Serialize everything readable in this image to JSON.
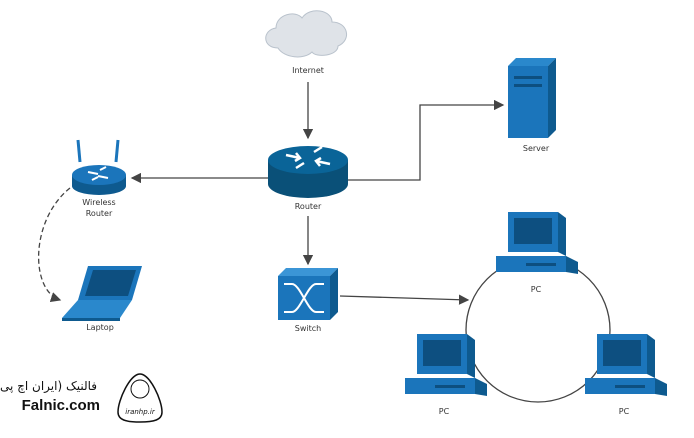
{
  "colors": {
    "router": "#0a5f8f",
    "device": "#1b75bb",
    "line": "#444444",
    "cloud": "#d8dde2"
  },
  "nodes": {
    "internet": {
      "label": "Internet",
      "icon": "cloud-icon"
    },
    "router": {
      "label": "Router",
      "icon": "router-icon"
    },
    "server": {
      "label": "Server",
      "icon": "server-icon"
    },
    "wireless_router": {
      "label_line1": "Wireless",
      "label_line2": "Router",
      "icon": "wireless-router-icon"
    },
    "laptop": {
      "label": "Laptop",
      "icon": "laptop-icon"
    },
    "switch": {
      "label": "Switch",
      "icon": "switch-icon"
    },
    "pc_top": {
      "label": "PC",
      "icon": "pc-icon"
    },
    "pc_left": {
      "label": "PC",
      "icon": "pc-icon"
    },
    "pc_right": {
      "label": "PC",
      "icon": "pc-icon"
    }
  },
  "watermark": {
    "brand": "Falnic.com",
    "persian": "فالنیک (ایران اچ پی)",
    "seal": "iranhp.ir"
  }
}
